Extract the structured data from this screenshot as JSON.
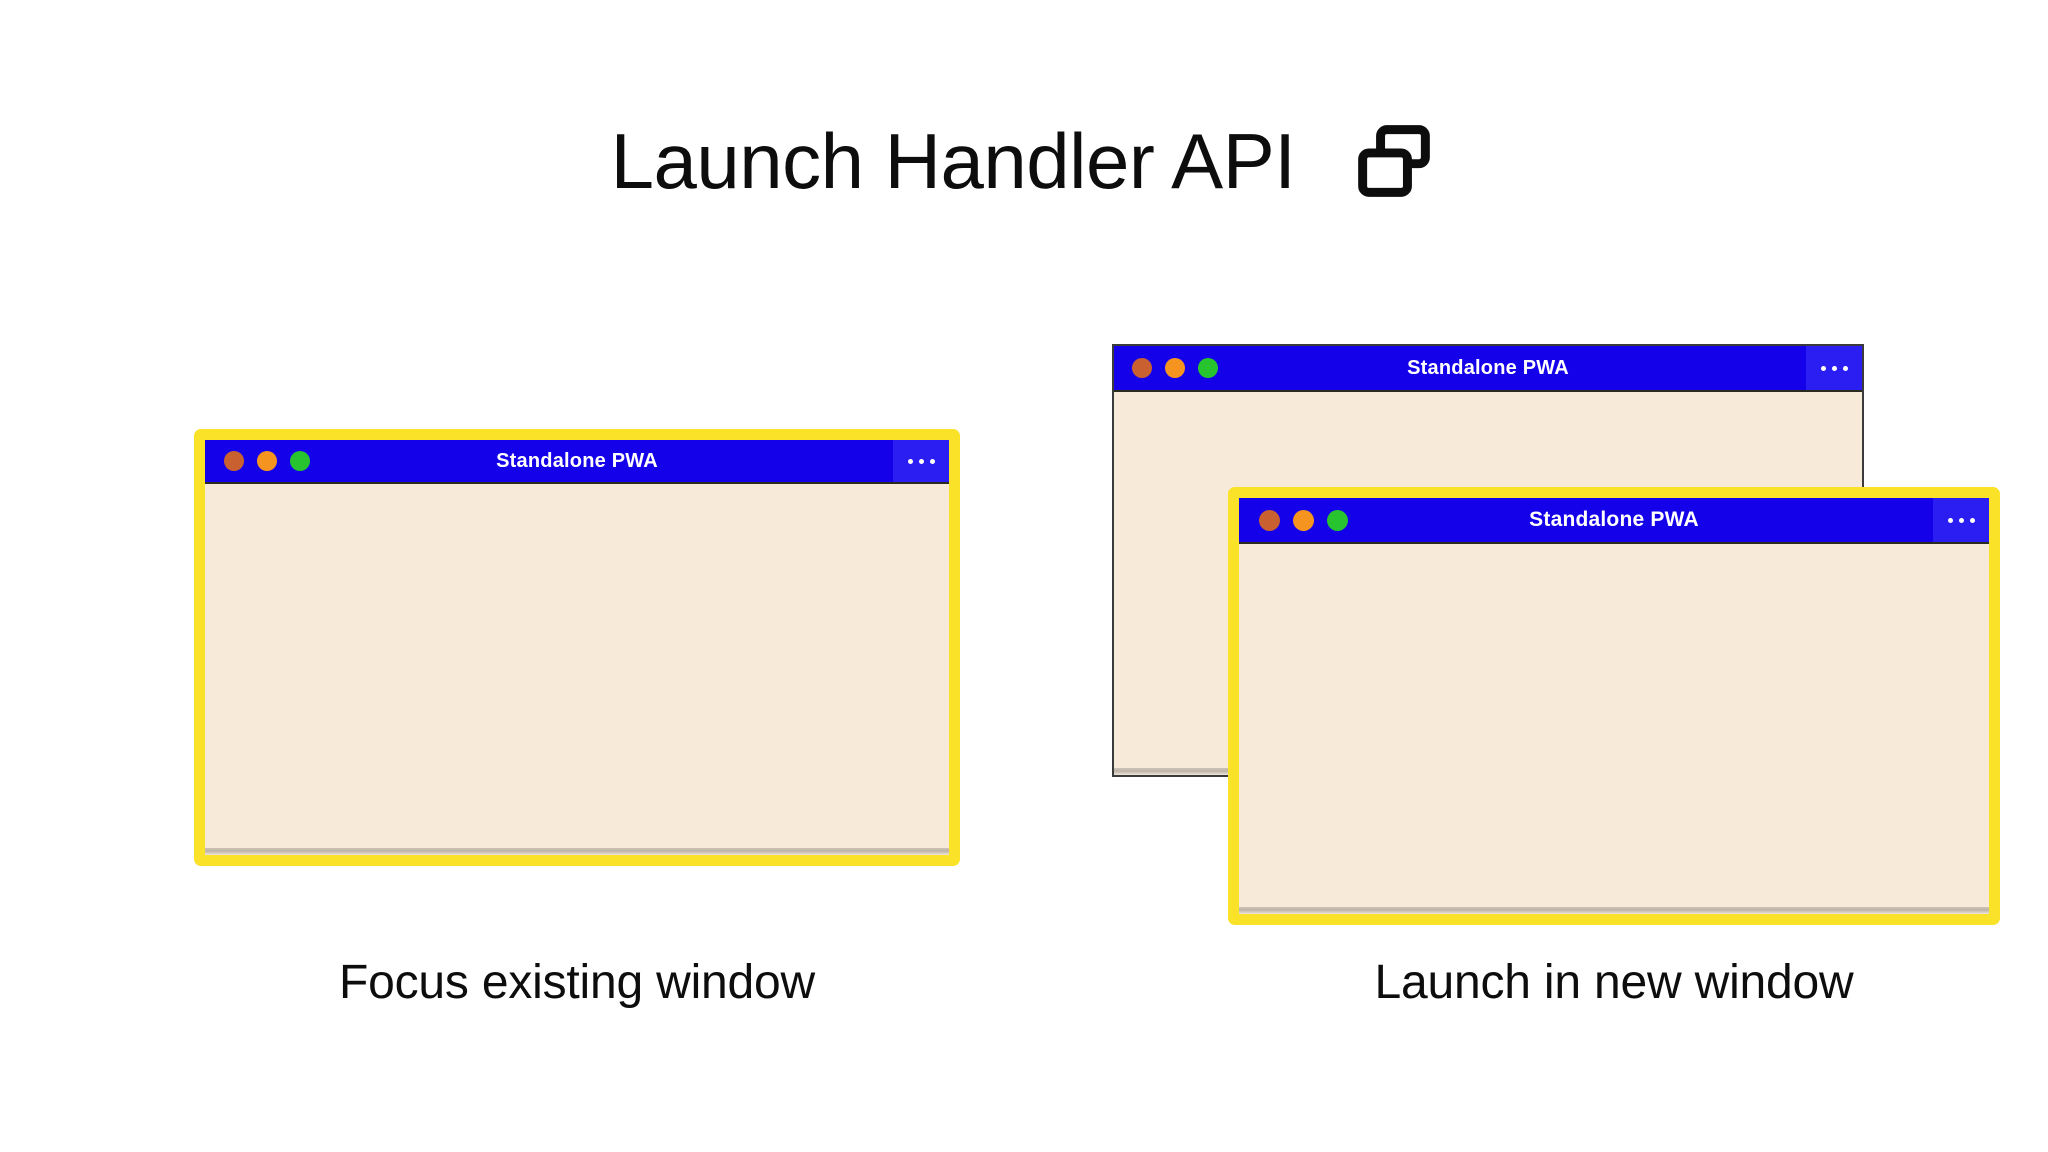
{
  "header": {
    "title": "Launch Handler API",
    "icon": "multi-window-icon"
  },
  "colors": {
    "background": "#ffffff",
    "titlebar_blue": "#1500ea",
    "menu_panel_blue": "#2b1ef2",
    "window_body_cream": "#f7ead9",
    "highlight_yellow": "#fae229",
    "plain_border_gray": "#3b3b3b",
    "text_black": "#0d0d0d",
    "dot_close": "#c9602f",
    "dot_minimize": "#f5941e",
    "dot_maximize": "#27c430"
  },
  "scenarios": [
    {
      "id": "focus-existing",
      "caption": "Focus existing window",
      "windows": [
        {
          "id": "window-focus",
          "title": "Standalone PWA",
          "highlighted": true,
          "menu_label": "...",
          "traffic_lights": [
            "close",
            "minimize",
            "maximize"
          ]
        }
      ]
    },
    {
      "id": "launch-new",
      "caption": "Launch in new window",
      "windows": [
        {
          "id": "window-back",
          "title": "Standalone PWA",
          "highlighted": false,
          "menu_label": "...",
          "traffic_lights": [
            "close",
            "minimize",
            "maximize"
          ]
        },
        {
          "id": "window-new",
          "title": "Standalone PWA",
          "highlighted": true,
          "menu_label": "...",
          "traffic_lights": [
            "close",
            "minimize",
            "maximize"
          ]
        }
      ]
    }
  ]
}
